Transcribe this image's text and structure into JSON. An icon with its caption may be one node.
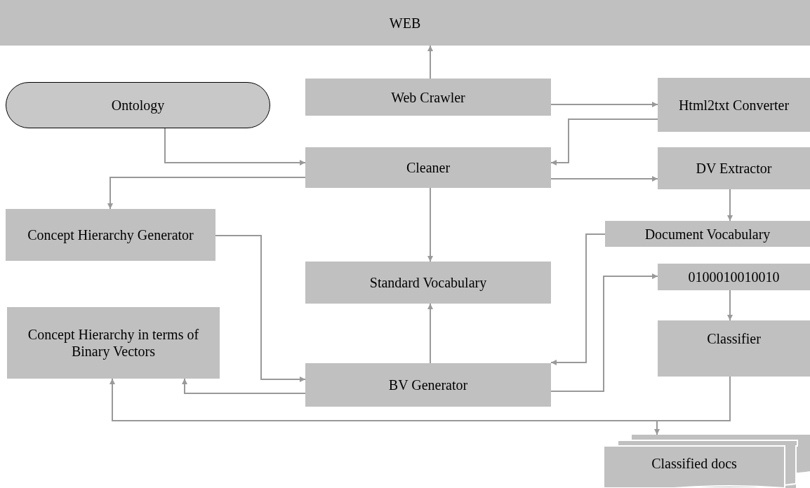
{
  "diagram": {
    "nodes": [
      {
        "text": [
          "WEB"
        ]
      },
      {
        "text": [
          "Ontology"
        ]
      },
      {
        "text": [
          "Web Crawler"
        ]
      },
      {
        "text": [
          "Html2txt Converter"
        ]
      },
      {
        "text": [
          "Cleaner"
        ]
      },
      {
        "text": [
          "DV Extractor"
        ]
      },
      {
        "text": [
          "Concept Hierarchy Generator"
        ]
      },
      {
        "text": [
          "Document Vocabulary"
        ]
      },
      {
        "text": [
          "Standard Vocabulary"
        ]
      },
      {
        "text": [
          "0100010010010"
        ]
      },
      {
        "text": [
          "Concept Hierarchy in terms of Binary Vectors"
        ]
      },
      {
        "text": [
          "Classifier"
        ]
      },
      {
        "text": [
          "BV Generator"
        ]
      },
      {
        "text": [
          "Classified docs"
        ]
      }
    ],
    "edges": [
      {
        "from": 2,
        "to": 0,
        "arrow": "to"
      },
      {
        "from": 2,
        "to": 3,
        "arrow": "to"
      },
      {
        "from": 3,
        "to": 4,
        "arrow": "to"
      },
      {
        "from": 1,
        "to": 4,
        "arrow": "to"
      },
      {
        "from": 4,
        "to": 5,
        "arrow": "to"
      },
      {
        "from": 4,
        "to": 6,
        "arrow": "to"
      },
      {
        "from": 4,
        "to": 8,
        "arrow": "to"
      },
      {
        "from": 5,
        "to": 7,
        "arrow": "to"
      },
      {
        "from": 6,
        "to": 12,
        "arrow": "to"
      },
      {
        "from": 7,
        "to": 12,
        "arrow": "to"
      },
      {
        "from": 12,
        "to": 8,
        "arrow": "to"
      },
      {
        "from": 12,
        "to": 9,
        "arrow": "to"
      },
      {
        "from": 12,
        "to": 10,
        "arrow": "to"
      },
      {
        "from": 9,
        "to": 11,
        "arrow": "to"
      },
      {
        "from": 11,
        "to": 13,
        "arrow": "to"
      },
      {
        "from": 11,
        "to": 10,
        "arrow": "to"
      }
    ]
  }
}
